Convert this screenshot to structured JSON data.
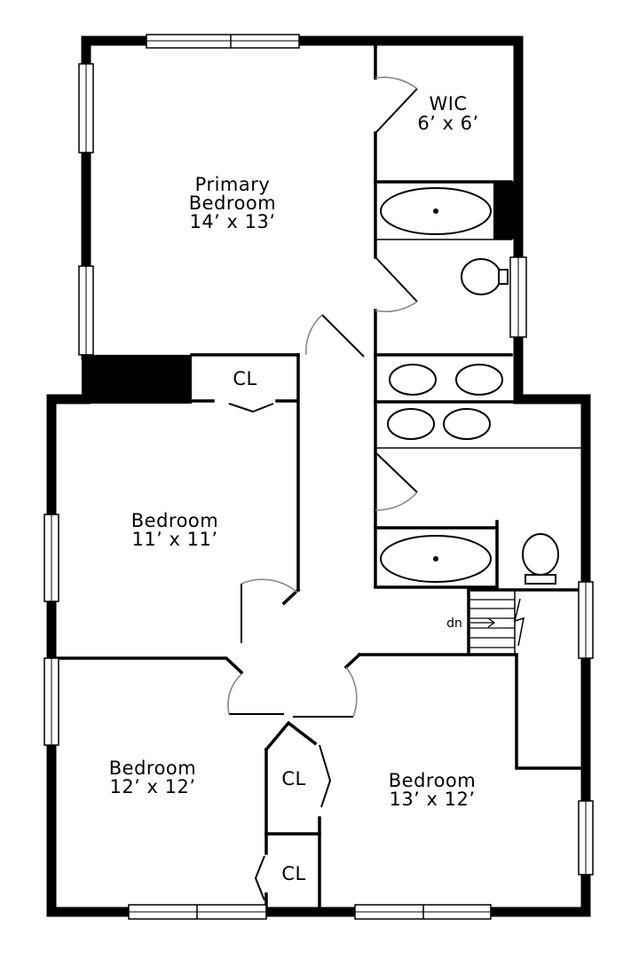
{
  "rooms": {
    "primary": {
      "name1": "Primary",
      "name2": "Bedroom",
      "size": "14’ x 13’"
    },
    "wic": {
      "name": "WIC",
      "size": "6’ x 6’"
    },
    "bedroom_a": {
      "name": "Bedroom",
      "size": "11’ x 11’"
    },
    "bedroom_b": {
      "name": "Bedroom",
      "size": "12’ x 12’"
    },
    "bedroom_c": {
      "name": "Bedroom",
      "size": "13’ x 12’"
    }
  },
  "closets": {
    "top": "CL",
    "mid": "CL",
    "bottom": "CL"
  },
  "stairs": {
    "label": "dn"
  }
}
